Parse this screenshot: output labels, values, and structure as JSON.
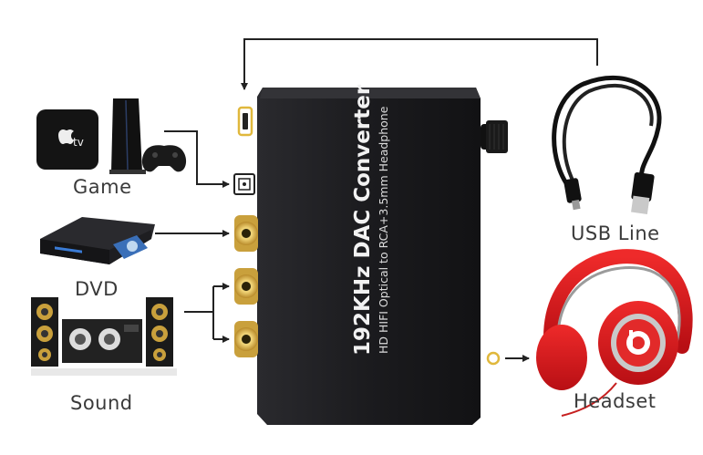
{
  "device": {
    "title": "192KHz DAC Converter",
    "subtitle": "HD HIFI Optical to RCA+3.5mm Headphone"
  },
  "labels": {
    "game": "Game",
    "dvd": "DVD",
    "sound": "Sound",
    "usb_line": "USB Line",
    "headset": "Headset"
  },
  "colors": {
    "device_body": "#1c1c1f",
    "gold_port": "#d9b04a",
    "headset_red": "#d4161b",
    "arrow": "#222222"
  }
}
